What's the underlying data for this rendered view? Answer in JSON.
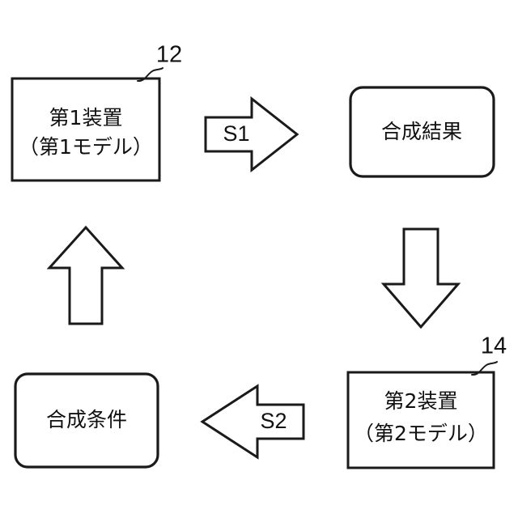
{
  "diagram": {
    "type": "patent-flow-diagram",
    "background_color": "#ffffff",
    "line_color": "#1a1a1a",
    "nodes": {
      "first_device": {
        "line1": "第1装置",
        "line2": "（第1モデル）",
        "reference_numeral": "12",
        "shape": "rectangle"
      },
      "synthesis_result": {
        "label": "合成結果",
        "shape": "rounded-rectangle"
      },
      "second_device": {
        "line1": "第2装置",
        "line2": "（第2モデル）",
        "reference_numeral": "14",
        "shape": "rectangle"
      },
      "synthesis_condition": {
        "label": "合成条件",
        "shape": "rounded-rectangle"
      }
    },
    "arrows": {
      "step1": {
        "label": "S1",
        "direction": "right"
      },
      "down": {
        "label": "",
        "direction": "down"
      },
      "step2": {
        "label": "S2",
        "direction": "left"
      },
      "up": {
        "label": "",
        "direction": "up"
      }
    }
  }
}
